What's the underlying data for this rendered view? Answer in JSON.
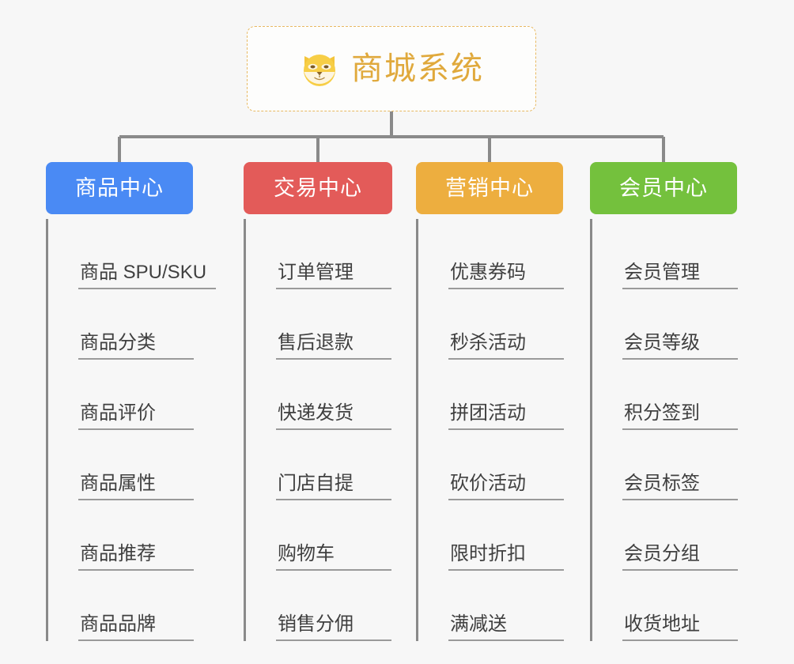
{
  "root": {
    "title": "商城系统",
    "icon": "shiba-dog-icon",
    "title_color": "#e0a93c",
    "border_color": "#e8b962"
  },
  "connector_color": "#8a8a8a",
  "categories": [
    {
      "label": "商品中心",
      "color": "#4a8af4",
      "items": [
        "商品 SPU/SKU",
        "商品分类",
        "商品评价",
        "商品属性",
        "商品推荐",
        "商品品牌"
      ]
    },
    {
      "label": "交易中心",
      "color": "#e35b59",
      "items": [
        "订单管理",
        "售后退款",
        "快递发货",
        "门店自提",
        "购物车",
        "销售分佣"
      ]
    },
    {
      "label": "营销中心",
      "color": "#edae3f",
      "items": [
        "优惠券码",
        "秒杀活动",
        "拼团活动",
        "砍价活动",
        "限时折扣",
        "满减送"
      ]
    },
    {
      "label": "会员中心",
      "color": "#74c13d",
      "items": [
        "会员管理",
        "会员等级",
        "积分签到",
        "会员标签",
        "会员分组",
        "收货地址"
      ]
    }
  ]
}
